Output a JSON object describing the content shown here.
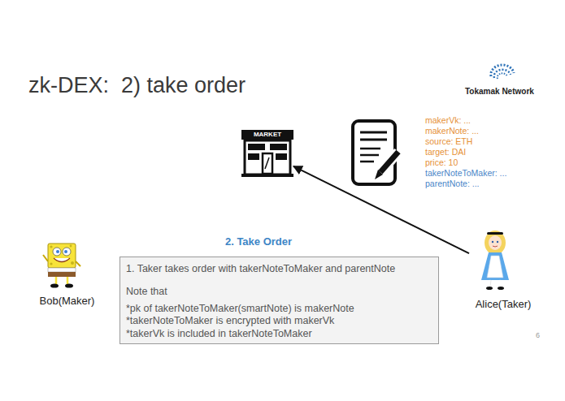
{
  "diagram": {
    "title": "zk-DEX:  2) take order",
    "nodes": [
      {
        "text": [
          "MARKET"
        ]
      },
      {
        "text": [
          "2. Take Order",
          "1. Taker takes order with takerNoteToMaker and parentNote",
          "Note that",
          "*pk of takerNoteToMaker(smartNote) is makerNote",
          "*takerNoteToMaker is encrypted with makerVk",
          "*takerVk is included in takerNoteToMaker"
        ]
      },
      {
        "text": [
          "Bob(Maker)"
        ]
      },
      {
        "text": [
          "Alice(Taker)"
        ]
      }
    ],
    "edges": [
      {
        "from": 3,
        "to": 0,
        "arrow": "to"
      }
    ],
    "labels": [
      "Tokamak Network",
      "makerVk: ...",
      "makerNote: ...",
      "source: ETH",
      "target: DAI",
      "price: 10",
      "takerNoteToMaker: ...",
      "parentNote: ...",
      "6"
    ]
  }
}
